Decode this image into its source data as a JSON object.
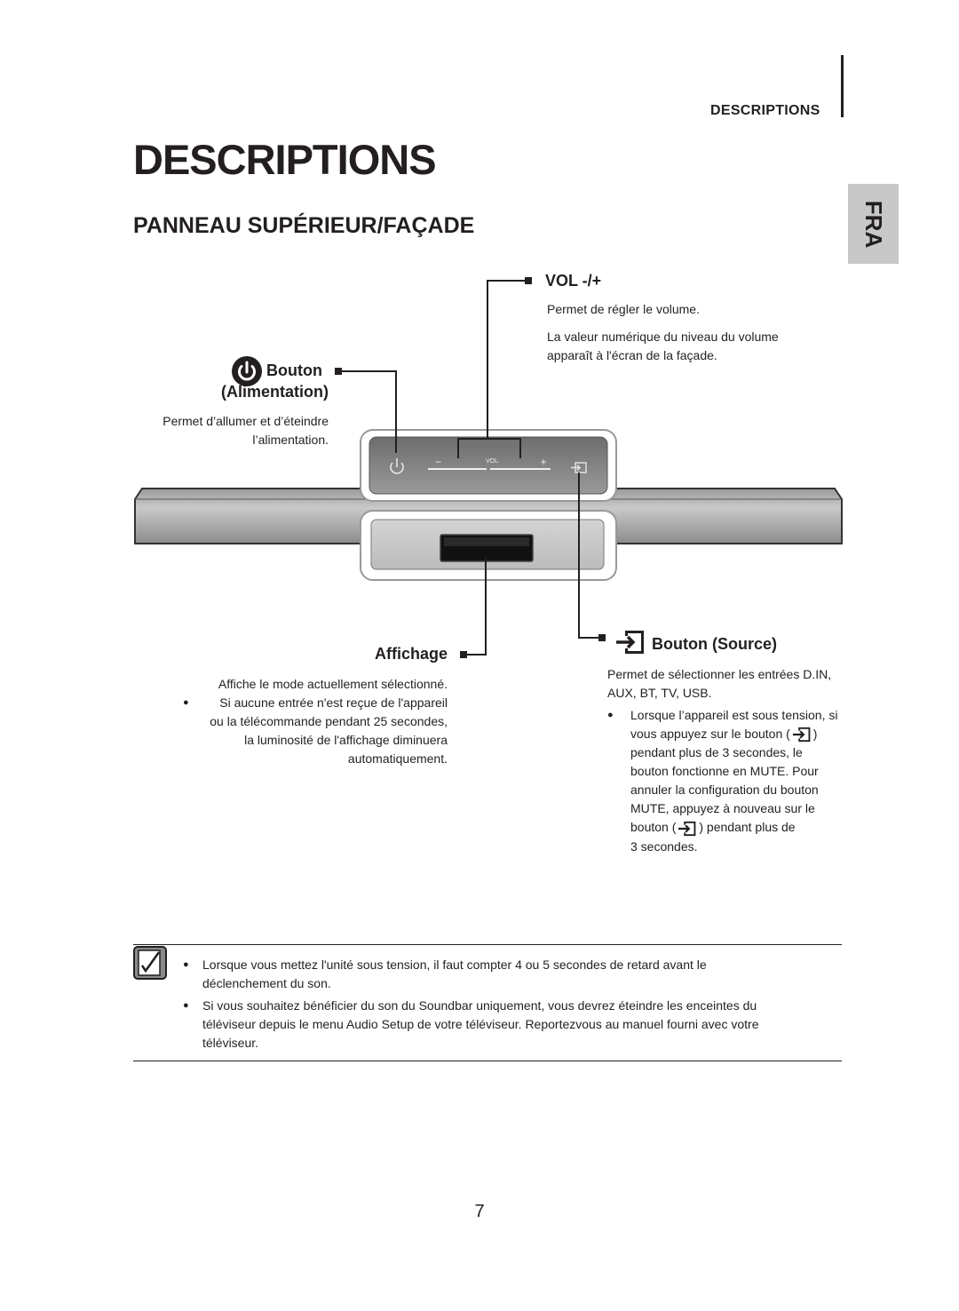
{
  "header": {
    "section_label": "DESCRIPTIONS",
    "title": "DESCRIPTIONS",
    "subtitle": "PANNEAU SUPÉRIEUR/FAÇADE",
    "lang_tab": "FRA"
  },
  "callouts": {
    "vol": {
      "label": "VOL -/+",
      "lines": [
        "Permet de régler le volume.",
        "La valeur numérique du niveau du volume",
        "apparaît à l'écran de la façade."
      ]
    },
    "power": {
      "label_1": "Bouton",
      "label_2": "(Alimentation)",
      "lines": [
        "Permet d’allumer et d’éteindre",
        "l’alimentation."
      ]
    },
    "display": {
      "label": "Affichage",
      "intro": "Affiche le mode actuellement sélectionné.",
      "bullet_lines": [
        "Si aucune entrée n'est reçue de l'appareil",
        "ou la télécommande pendant 25 secondes,",
        "la luminosité de l'affichage diminuera",
        "automatiquement."
      ]
    },
    "source": {
      "label": "Bouton (Source)",
      "intro_lines": [
        "Permet de sélectionner les entrées D.IN,",
        "AUX, BT, TV, USB."
      ],
      "bullet_line_1": "Lorsque l’appareil est sous tension, si",
      "bullet_line_2a": "vous appuyez sur le bouton (",
      "bullet_line_2b": ")",
      "bullet_lines_mid": [
        "pendant plus de 3 secondes, le",
        "bouton fonctionne en MUTE. Pour",
        "annuler la configuration du bouton",
        "MUTE, appuyez à nouveau sur le"
      ],
      "bullet_line_7a": "bouton (",
      "bullet_line_7b": ") pendant plus de",
      "bullet_line_8": "3 secondes."
    }
  },
  "device": {
    "vol_text": "VOL.",
    "minus": "−",
    "plus": "+"
  },
  "notes": [
    {
      "lines": [
        "Lorsque vous mettez l'unité sous tension, il faut compter 4 ou 5 secondes de retard avant le",
        "déclenchement du son."
      ]
    },
    {
      "lines": [
        "Si vous souhaitez bénéficier du son du Soundbar uniquement, vous devrez éteindre les enceintes du",
        "téléviseur depuis le menu Audio Setup de votre téléviseur. Reportezvous au manuel fourni avec votre",
        "téléviseur."
      ]
    }
  ],
  "page_number": "7",
  "icons": {
    "power": "power-icon",
    "source": "source-input-icon",
    "note": "note-icon"
  }
}
